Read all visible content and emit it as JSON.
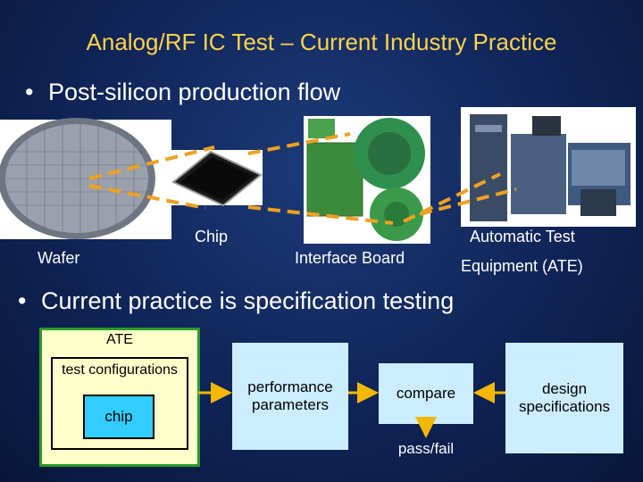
{
  "title": "Analog/RF IC Test – Current Industry Practice",
  "bullets": [
    "Post-silicon production flow",
    "Current practice is specification testing"
  ],
  "bullet_glyph": "•",
  "photos": {
    "wafer": "Wafer",
    "chip": "Chip",
    "interface_board": "Interface Board",
    "ate_line1": "Automatic Test",
    "ate_line2": "Equipment (ATE)"
  },
  "diagram": {
    "ate_label": "ATE",
    "test_config": "test configurations",
    "chip": "chip",
    "performance": "performance parameters",
    "compare": "compare",
    "pass_fail": "pass/fail",
    "design_specs": "design specifications"
  },
  "colors": {
    "title": "#ffd24a",
    "dash": "#f0a020",
    "ate_box": "#ffffcc",
    "ate_border": "#2a9a2a",
    "node_fill": "#ccecff",
    "chip_fill": "#33ccff",
    "arrow": "#f5b800"
  }
}
